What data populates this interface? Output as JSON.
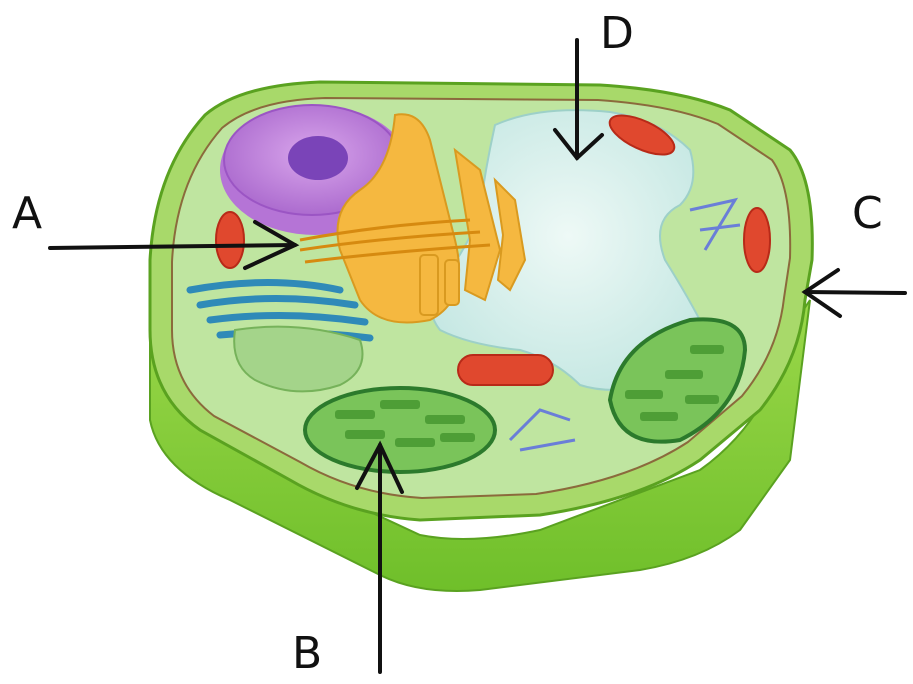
{
  "diagram": {
    "labels": {
      "a": "A",
      "b": "B",
      "c": "C",
      "d": "D"
    },
    "colors": {
      "cell_wall_side": "#8fd43c",
      "cell_wall_top": "#a8d96a",
      "cytoplasm": "#bfe5a0",
      "nucleus": "#c58bde",
      "nucleolus": "#7a44b8",
      "golgi_er": "#f5b840",
      "vacuole": "#d4f0ea",
      "chloroplast": "#7ac45a",
      "mitochondrion": "#e0482e",
      "rough_er": "#2f8ab8",
      "arrow": "#111111"
    }
  }
}
